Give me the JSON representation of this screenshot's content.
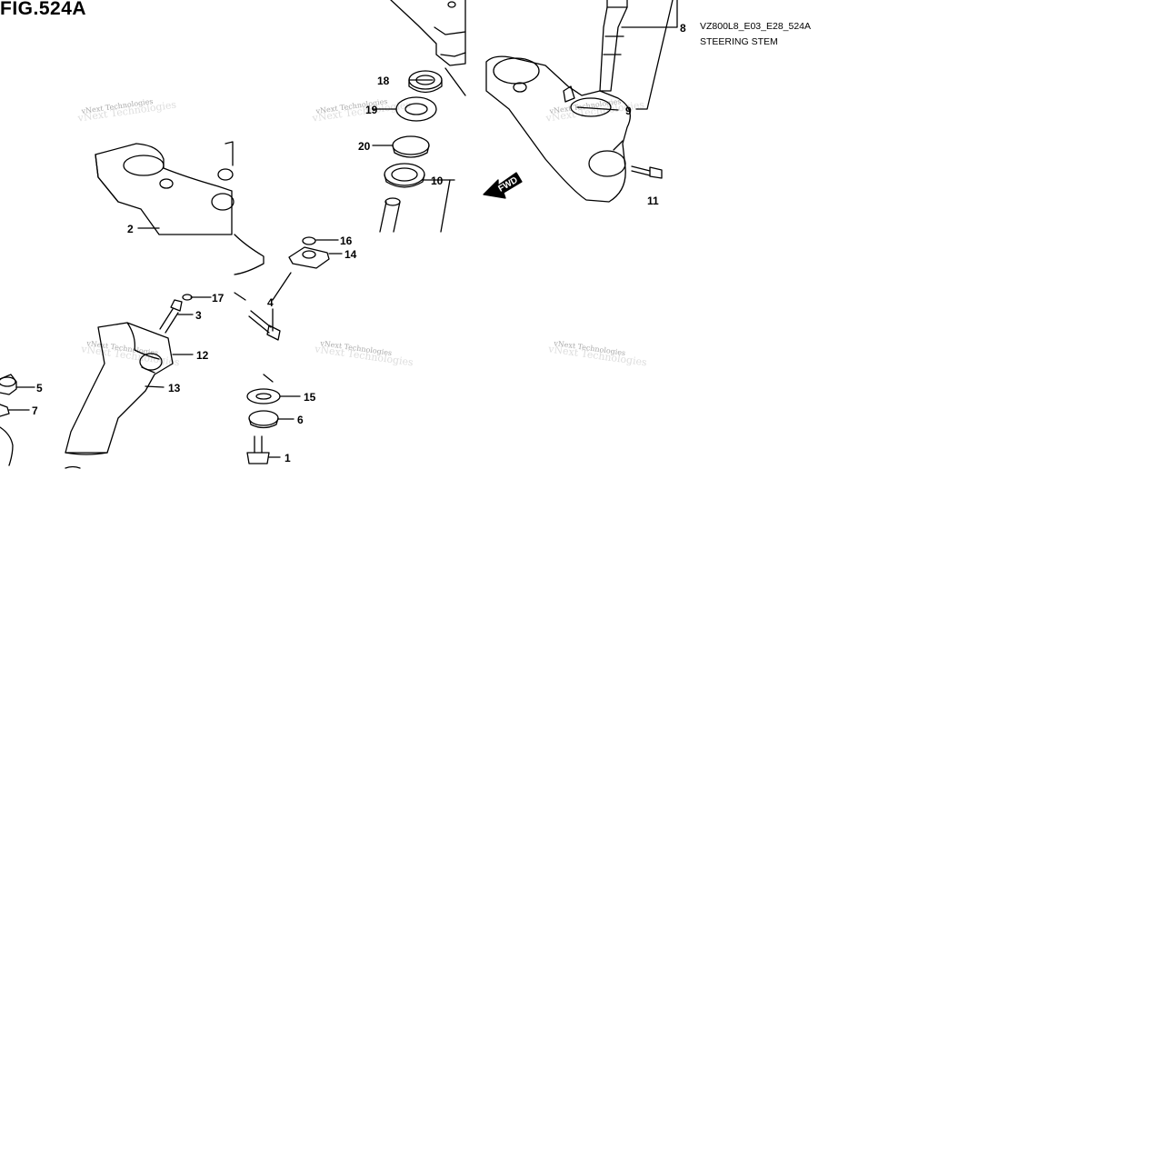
{
  "figure": {
    "title": "FIG.524A",
    "model_code": "VZ800L8_E03_E28_524A",
    "name": "STEERING STEM"
  },
  "watermark": {
    "text": "vNext Technologies"
  },
  "direction_arrow": {
    "label": "FWD"
  },
  "callouts": [
    {
      "id": "1",
      "label": "1"
    },
    {
      "id": "2",
      "label": "2"
    },
    {
      "id": "3",
      "label": "3"
    },
    {
      "id": "4",
      "label": "4"
    },
    {
      "id": "5",
      "label": "5"
    },
    {
      "id": "6",
      "label": "6"
    },
    {
      "id": "7",
      "label": "7"
    },
    {
      "id": "8",
      "label": "8"
    },
    {
      "id": "9",
      "label": "9"
    },
    {
      "id": "10",
      "label": "10"
    },
    {
      "id": "11",
      "label": "11"
    },
    {
      "id": "12",
      "label": "12"
    },
    {
      "id": "13",
      "label": "13"
    },
    {
      "id": "14",
      "label": "14"
    },
    {
      "id": "15",
      "label": "15"
    },
    {
      "id": "16",
      "label": "16"
    },
    {
      "id": "17",
      "label": "17"
    },
    {
      "id": "18",
      "label": "18"
    },
    {
      "id": "19",
      "label": "19"
    },
    {
      "id": "20",
      "label": "20"
    }
  ]
}
